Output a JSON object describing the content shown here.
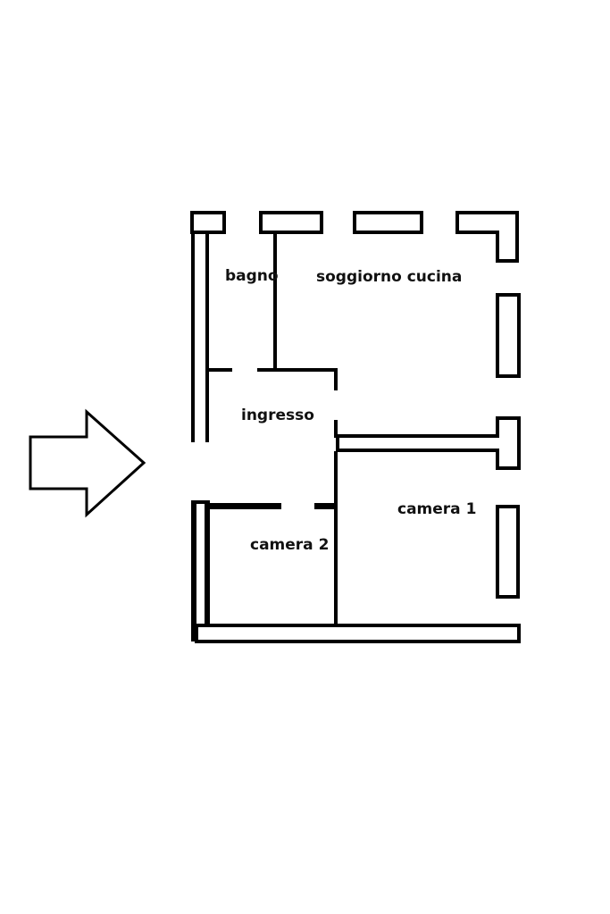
{
  "rooms": {
    "bagno": "bagno",
    "soggiorno_cucina": "soggiorno cucina",
    "ingresso": "ingresso",
    "camera_1": "camera 1",
    "camera_2": "camera 2"
  },
  "entrance_marker": "arrow-right-icon",
  "colors": {
    "wall": "#000000",
    "background": "#ffffff",
    "label": "#111111"
  }
}
